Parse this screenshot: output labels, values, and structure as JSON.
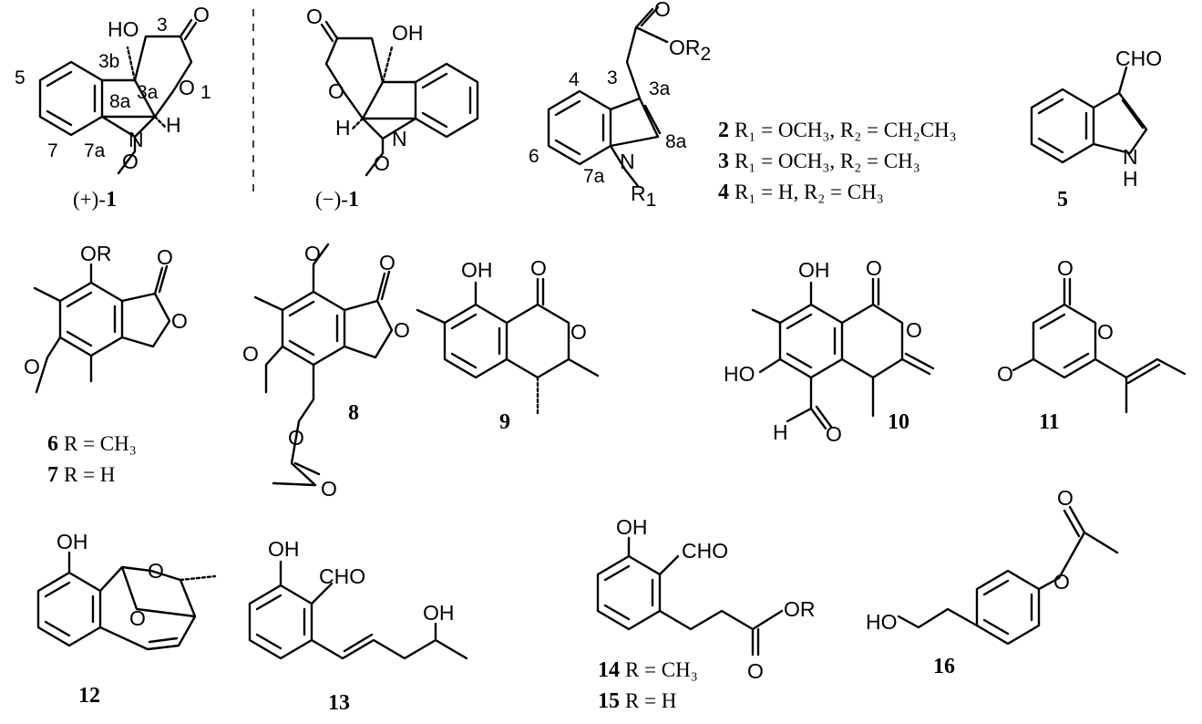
{
  "figure": {
    "atoms": {
      "ho": "HO",
      "oh": "OH",
      "o": "O",
      "n": "N",
      "h": "H",
      "cho": "CHO",
      "or2": "OR",
      "or": "OR",
      "r1": "R"
    },
    "numbering": {
      "n3": "3",
      "n3a": "3a",
      "n3b": "3b",
      "n8a": "8a",
      "n1": "1",
      "n5": "5",
      "n7": "7",
      "n7a": "7a",
      "n4": "4",
      "n6": "6"
    },
    "stereo_labels": {
      "plus1": "(+)-",
      "minus1": "(−)-"
    },
    "compounds": {
      "c1": "1",
      "c2": "2",
      "c3": "3",
      "c4": "4",
      "c5": "5",
      "c6": "6",
      "c7": "7",
      "c8": "8",
      "c9": "9",
      "c10": "10",
      "c11": "11",
      "c12": "12",
      "c13": "13",
      "c14": "14",
      "c15": "15",
      "c16": "16"
    },
    "substituent_defs": {
      "d2": "R₁ = OCH₃, R₂ = CH₂CH₃",
      "d3": "R₁ = OCH₃, R₂ = CH₃",
      "d4": "R₁ = H, R₂ = CH₃",
      "d6": "R = CH₃",
      "d7": "R = H",
      "d14": "R = CH₃",
      "d15": "R = H"
    },
    "subscripts": {
      "s1": "1",
      "s2": "2"
    }
  }
}
